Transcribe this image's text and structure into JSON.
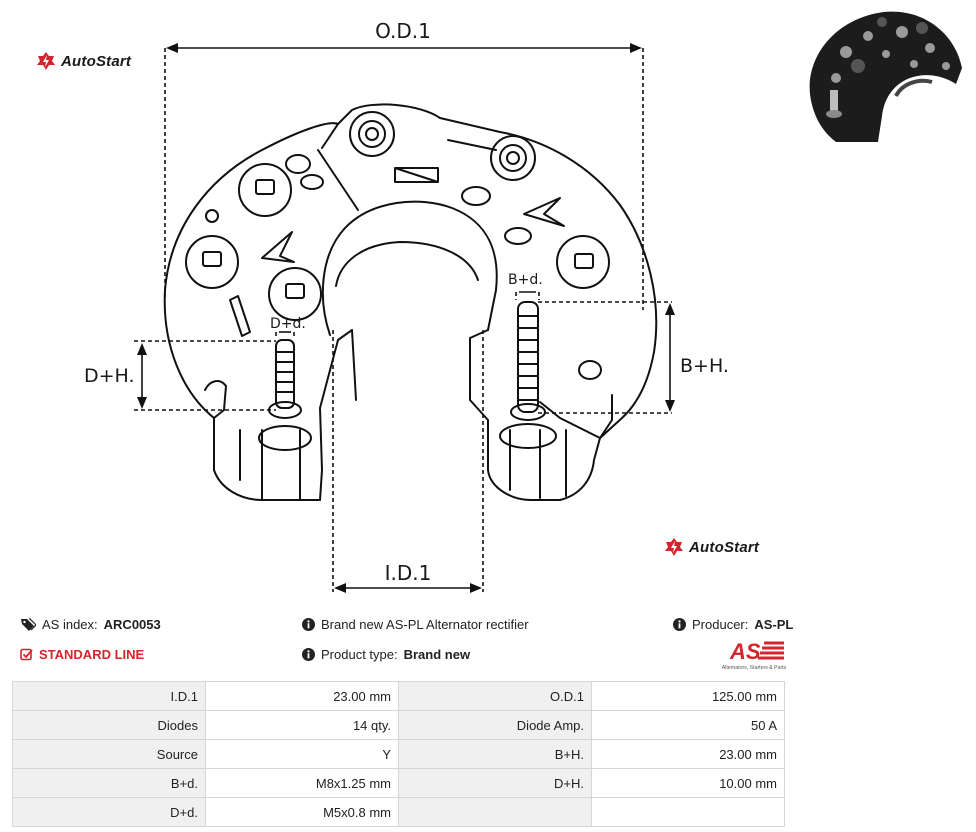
{
  "brand": {
    "logo_text": "AutoStart"
  },
  "diagram": {
    "od_label": "O.D.1",
    "id_label": "I.D.1",
    "bh_label": "B+H.",
    "dh_label": "D+H.",
    "bd_label": "B+d.",
    "dd_label": "D+d."
  },
  "info": {
    "as_index_label": "AS index:",
    "as_index_value": "ARC0053",
    "standard_line": "STANDARD LINE",
    "description": "Brand new AS-PL Alternator rectifier",
    "product_type_label": "Product type:",
    "product_type_value": "Brand new",
    "producer_label": "Producer:",
    "producer_value": "AS-PL",
    "producer_logo_text": "AS",
    "producer_logo_sub": "Alternators, Starters & Parts"
  },
  "spec_table": {
    "rows": [
      {
        "l1": "I.D.1",
        "v1": "23.00 mm",
        "l2": "O.D.1",
        "v2": "125.00 mm"
      },
      {
        "l1": "Diodes",
        "v1": "14 qty.",
        "l2": "Diode Amp.",
        "v2": "50 A"
      },
      {
        "l1": "Source",
        "v1": "Y",
        "l2": "B+H.",
        "v2": "23.00 mm"
      },
      {
        "l1": "B+d.",
        "v1": "M8x1.25 mm",
        "l2": "D+H.",
        "v2": "10.00 mm"
      },
      {
        "l1": "D+d.",
        "v1": "M5x0.8 mm",
        "l2": "",
        "v2": ""
      }
    ]
  },
  "colors": {
    "accent": "#d3252e",
    "text": "#222222",
    "table_label_bg": "#f0f0f0",
    "table_border": "#d6d6d6"
  }
}
